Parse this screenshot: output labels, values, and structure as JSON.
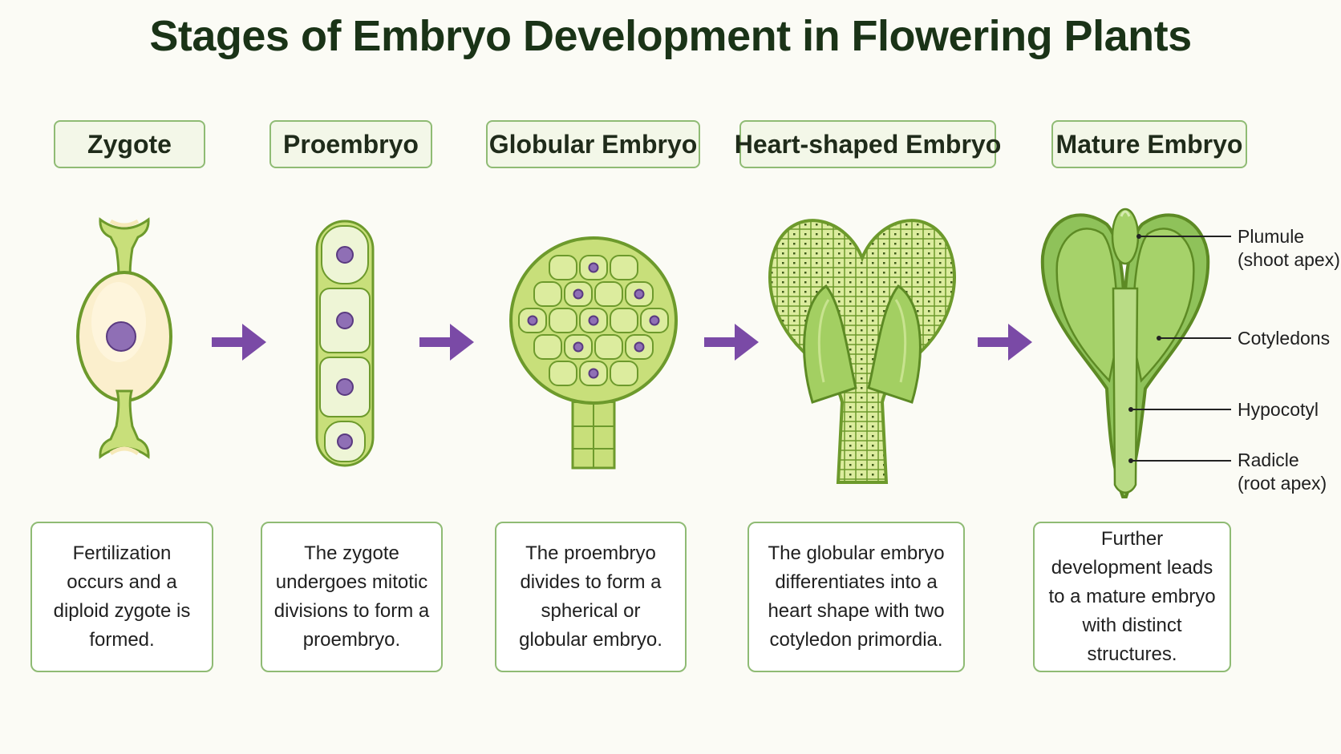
{
  "title": "Stages of Embryo Development in Flowering Plants",
  "stages": [
    {
      "label": "Zygote",
      "description": "Fertilization occurs and a diploid zygote is formed."
    },
    {
      "label": "Proembryo",
      "description": "The zygote undergoes mitotic divisions to form a proembryo."
    },
    {
      "label": "Globular Embryo",
      "description": "The proembryo divides to form a spherical or globular embryo."
    },
    {
      "label": "Heart-shaped Embryo",
      "description": "The globular embryo differentiates into a heart shape with two cotyledon primordia."
    },
    {
      "label": "Mature Embryo",
      "description": "Further development leads to a mature embryo with distinct structures."
    }
  ],
  "mature_parts": [
    {
      "name": "Plumule",
      "note": "(shoot apex)"
    },
    {
      "name": "Cotyledons",
      "note": ""
    },
    {
      "name": "Hypocotyl",
      "note": ""
    },
    {
      "name": "Radicle",
      "note": "(root apex)"
    }
  ],
  "colors": {
    "title": "#1a3317",
    "border": "#8fbb74",
    "arrow": "#7a4aa6",
    "cell_fill": "#dcec9e",
    "cell_stroke": "#6d9a2c",
    "nucleus": "#8f6fb5",
    "zygote_fill": "#fbefcd",
    "cotyledon": "#8fc25a"
  },
  "icons": [
    "right-arrow-icon"
  ]
}
